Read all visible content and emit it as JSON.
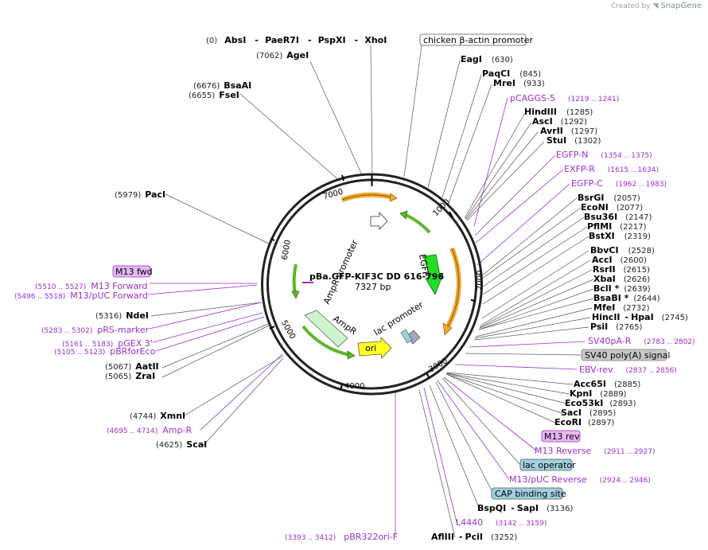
{
  "credit": {
    "prefix": "Created by",
    "brand": "SnapGene"
  },
  "map": {
    "name": "pBa.GFP-KIF3C DD 616-796",
    "length": "7327 bp",
    "ticks": [
      "1000",
      "2000",
      "3000",
      "4000",
      "5000",
      "6000",
      "7000"
    ]
  },
  "features": {
    "ampr_promoter": "AmpR promoter",
    "ampr": "AmpR",
    "egfp": "EGFP",
    "ori": "ori",
    "lac_promoter": "lac promoter"
  },
  "sites": {
    "absi_pos": "(0)",
    "absi": "AbsI",
    "paer7i": "PaeR7I",
    "pspxi": "PspXI",
    "xhoi": "XhoI",
    "dash": "-",
    "agei_pos": "(7062)",
    "agei": "AgeI",
    "bsaai_pos": "(6676)",
    "bsaai": "BsaAI",
    "fsei_pos": "(6655)",
    "fsei": "FseI",
    "paci_pos": "(5979)",
    "paci": "PacI",
    "ndei_pos": "(5316)",
    "ndei": "NdeI",
    "aatii_pos": "(5067)",
    "aatii": "AatII",
    "zrai_pos": "(5065)",
    "zrai": "ZraI",
    "xmni_pos": "(4744)",
    "xmni": "XmnI",
    "scai_pos": "(4625)",
    "scai": "ScaI",
    "eagi": "EagI",
    "eagi_pos": "(630)",
    "paqci": "PaqCI",
    "paqci_pos": "(845)",
    "mrei": "MreI",
    "mrei_pos": "(933)",
    "hindiii": "HindIII",
    "hindiii_pos": "(1285)",
    "asci": "AscI",
    "asci_pos": "(1292)",
    "avrii": "AvrII",
    "avrii_pos": "(1297)",
    "stui": "StuI",
    "stui_pos": "(1302)",
    "bsrgi": "BsrGI",
    "bsrgi_pos": "(2057)",
    "econi": "EcoNI",
    "econi_pos": "(2077)",
    "bsu36i": "Bsu36I",
    "bsu36i_pos": "(2147)",
    "pflmi": "PflMI",
    "pflmi_pos": "(2217)",
    "bstxi": "BstXI",
    "bstxi_pos": "(2319)",
    "bbvci": "BbvCI",
    "bbvci_pos": "(2528)",
    "acci": "AccI",
    "acci_pos": "(2600)",
    "rsrii": "RsrII",
    "rsrii_pos": "(2615)",
    "xbai": "XbaI",
    "xbai_pos": "(2626)",
    "bcli": "BclI *",
    "bcli_pos": "(2639)",
    "bsabi": "BsaBI *",
    "bsabi_pos": "(2644)",
    "mfei": "MfeI",
    "mfei_pos": "(2732)",
    "hincii": "HincII",
    "hpai": "HpaI",
    "hpai_pos": "(2745)",
    "psii": "PsiI",
    "psii_pos": "(2765)",
    "acc65i": "Acc65I",
    "acc65i_pos": "(2885)",
    "kpni": "KpnI",
    "kpni_pos": "(2889)",
    "eco53ki": "Eco53kI",
    "eco53ki_pos": "(2893)",
    "saci": "SacI",
    "saci_pos": "(2895)",
    "ecori": "EcoRI",
    "ecori_pos": "(2897)",
    "bspqi": "BspQI",
    "sapi": "SapI",
    "sapi_pos": "(3136)",
    "afliii": "AflIII",
    "pcii": "PciI",
    "pcii_pos": "(3252)"
  },
  "primers": {
    "m13fwd_box": "M13 fwd",
    "m13forward_range": "(5510 .. 5527)",
    "m13forward": "M13 Forward",
    "m13puc_range": "(5496 .. 5518)",
    "m13puc": "M13/pUC Forward",
    "prs_range": "(5283 .. 5302)",
    "prs": "pRS-marker",
    "pgex_range": "(5161 .. 5183)",
    "pgex": "pGEX 3'",
    "pbrfor_range": "(5105 .. 5123)",
    "pbrfor": "pBRforEco",
    "ampr_range": "(4695 .. 4714)",
    "ampr": "Amp-R",
    "pcaggs": "pCAGGS-5",
    "pcaggs_range": "(1219 .. 1241)",
    "egfpn": "EGFP-N",
    "egfpn_range": "(1354 .. 1375)",
    "exfpr": "EXFP-R",
    "exfpr_range": "(1615 .. 1634)",
    "egfpc": "EGFP-C",
    "egfpc_range": "(1962 .. 1983)",
    "sv40pa": "SV40pA-R",
    "sv40pa_range": "(2783 .. 2802)",
    "ebv": "EBV-rev",
    "ebv_range": "(2837 .. 2856)",
    "m13rev_box": "M13 rev",
    "m13reverse": "M13 Reverse",
    "m13reverse_range": "(2911 .. 2927)",
    "m13pucrev": "M13/pUC Reverse",
    "m13pucrev_range": "(2924 .. 2946)",
    "l4440": "L4440",
    "l4440_range": "(3142 .. 3159)",
    "pbr322_range": "(3393 .. 3412)",
    "pbr322": "pBR322ori-F"
  },
  "boxes": {
    "chicken": "chicken β-actin promoter",
    "sv40": "SV40 poly(A) signal",
    "lacop": "lac operator",
    "cap": "CAP binding site"
  },
  "colors": {
    "backbone": "#222222",
    "promoter_arrow": "#f0a830",
    "green_arrow": "#5cb82a",
    "egfp": "#22dd22",
    "ori": "#ffff22",
    "primer": "#9b2fc9",
    "gray_box": "#c8c8c8",
    "blue_box": "#9fd1df"
  }
}
